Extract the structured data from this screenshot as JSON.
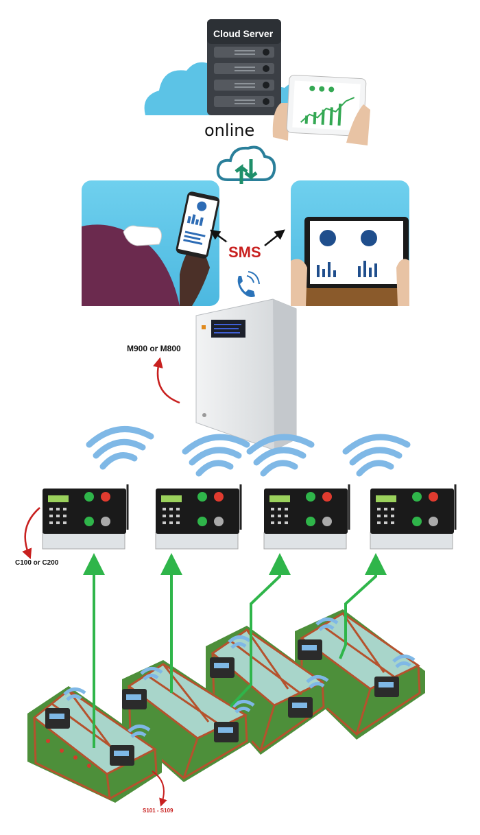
{
  "cloud_server": {
    "title": "Cloud Server"
  },
  "connection": {
    "online_label": "online",
    "sms_label": "SMS"
  },
  "main_unit": {
    "model_label": "M900 or M800"
  },
  "controllers": {
    "model_label": "C100 or C200",
    "count": 4
  },
  "sensors": {
    "model_label": "S101 - S109"
  },
  "greenhouses": {
    "count": 4
  },
  "colors": {
    "cloud": "#5cc3e6",
    "server": "#3b3f45",
    "sms_red": "#c8201f",
    "sync_green": "#1f8f6a",
    "signal_blue": "#7fb8e6",
    "uplink_green": "#2fb54a",
    "controller_black": "#1a1a1a",
    "greenhouse_frame": "#b5522d",
    "grass": "#4d8f3a",
    "cabinet": "#e6e8ea"
  },
  "icons": [
    "cloud-icon",
    "server-icon",
    "tablet-icon",
    "cloud-sync-icon",
    "phone-icon",
    "phone-call-icon",
    "wifi-icon",
    "antenna-icon",
    "greenhouse-icon"
  ]
}
